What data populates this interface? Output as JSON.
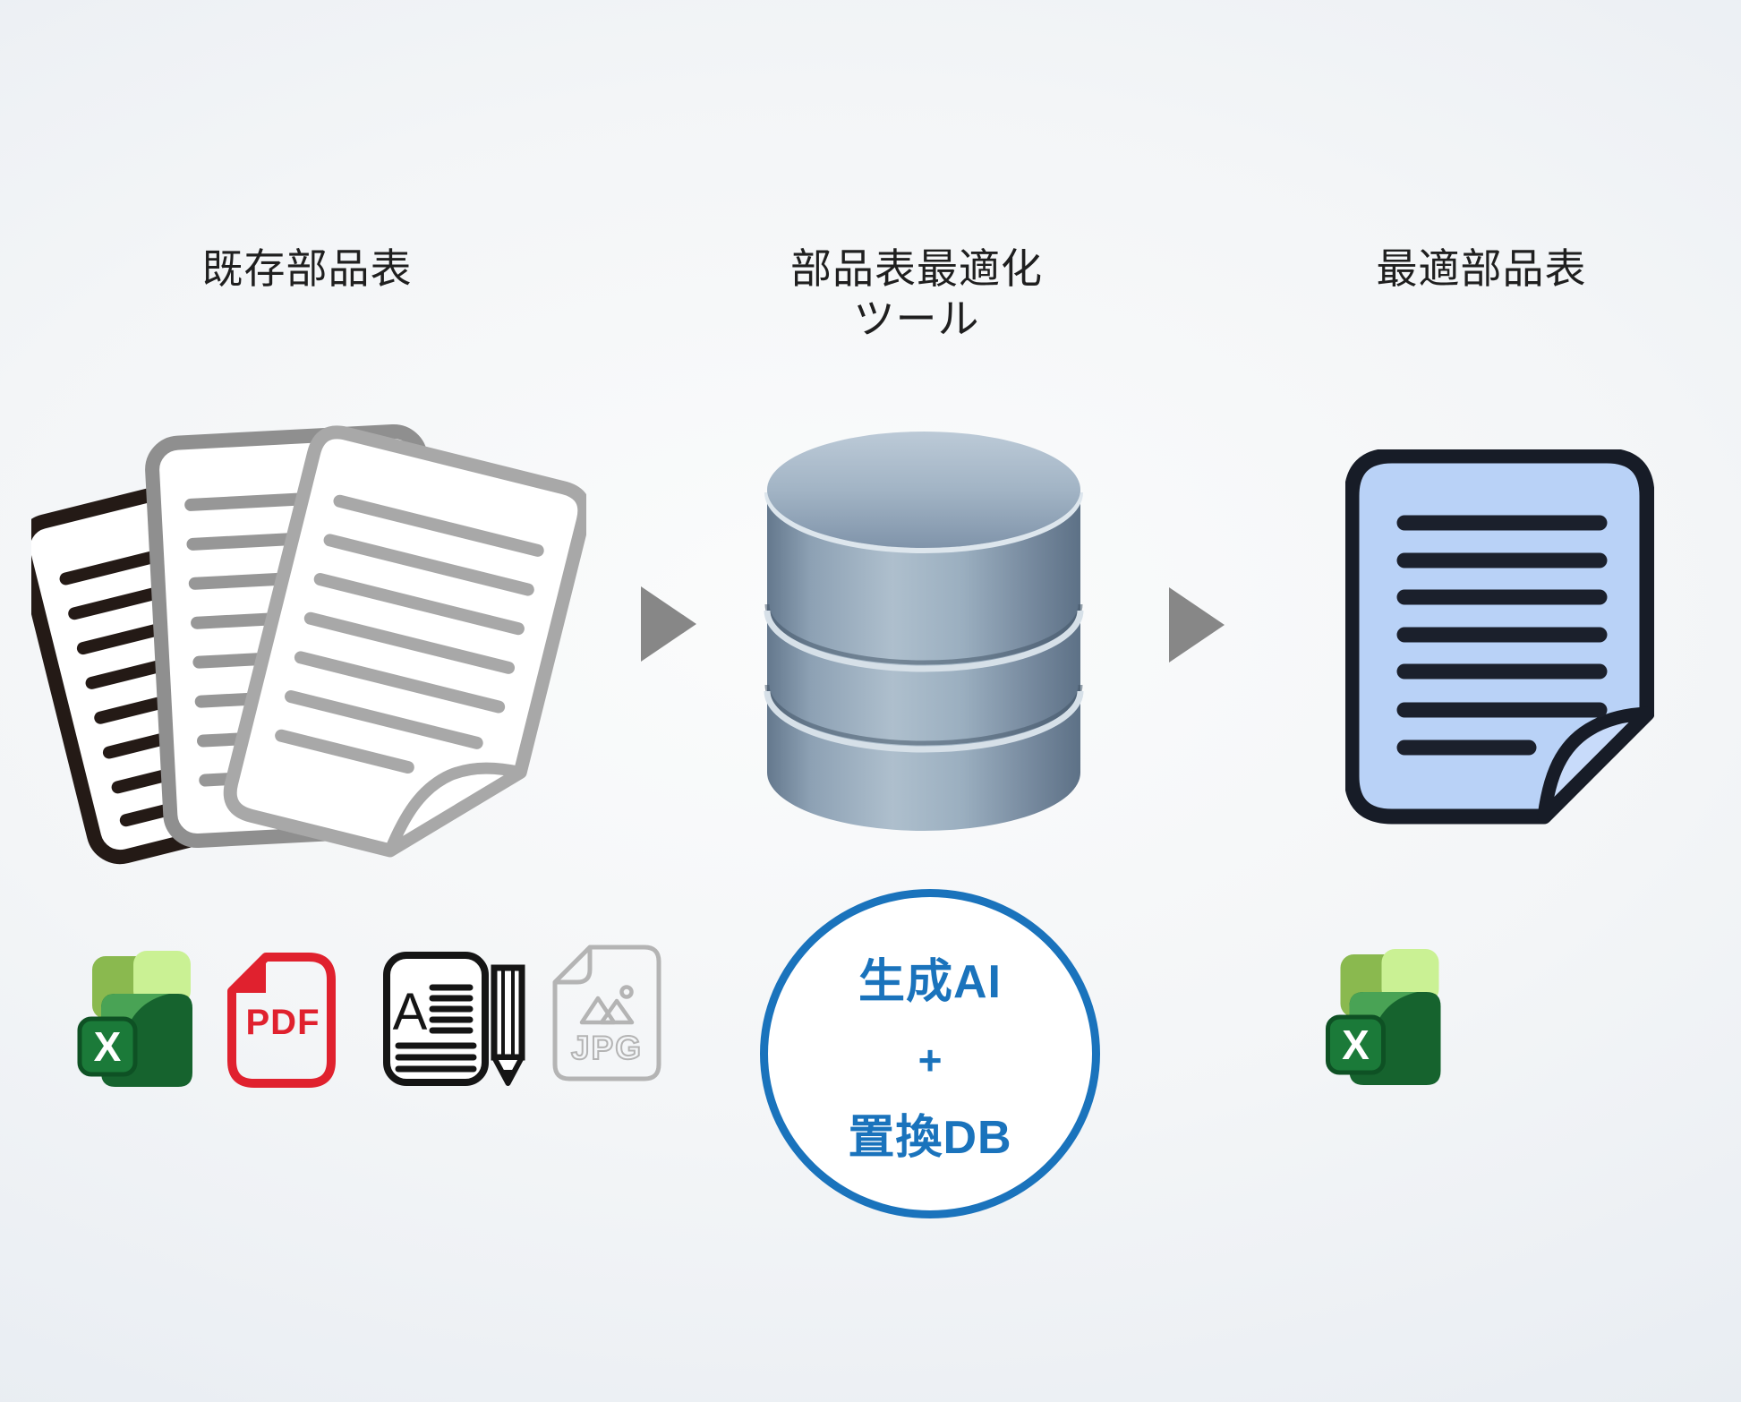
{
  "titles": {
    "left": "既存部品表",
    "middle_line1": "部品表最適化",
    "middle_line2": "ツール",
    "right": "最適部品表"
  },
  "circle": {
    "line1": "生成AI",
    "line2": "+",
    "line3": "置換DB"
  },
  "icons": {
    "excel_letter": "X",
    "pdf_label": "PDF",
    "doc_letter": "A",
    "jpg_label": "JPG"
  },
  "colors": {
    "accent_blue": "#1a73bc",
    "pdf_red": "#e0212e",
    "excel_dark_green": "#16632e",
    "excel_mid_green": "#49a355",
    "excel_light_green": "#8ab94f",
    "excel_pale_green": "#caf194",
    "arrow_gray": "#878787",
    "blue_doc_fill": "#b9d2f7",
    "db_steel_blue": "#8fa3b6",
    "gray_doc_outline": "#a8a8a8",
    "black_doc_outline": "#241a16",
    "jpg_gray": "#b4b4b4",
    "title_text": "#1f1f1f"
  }
}
